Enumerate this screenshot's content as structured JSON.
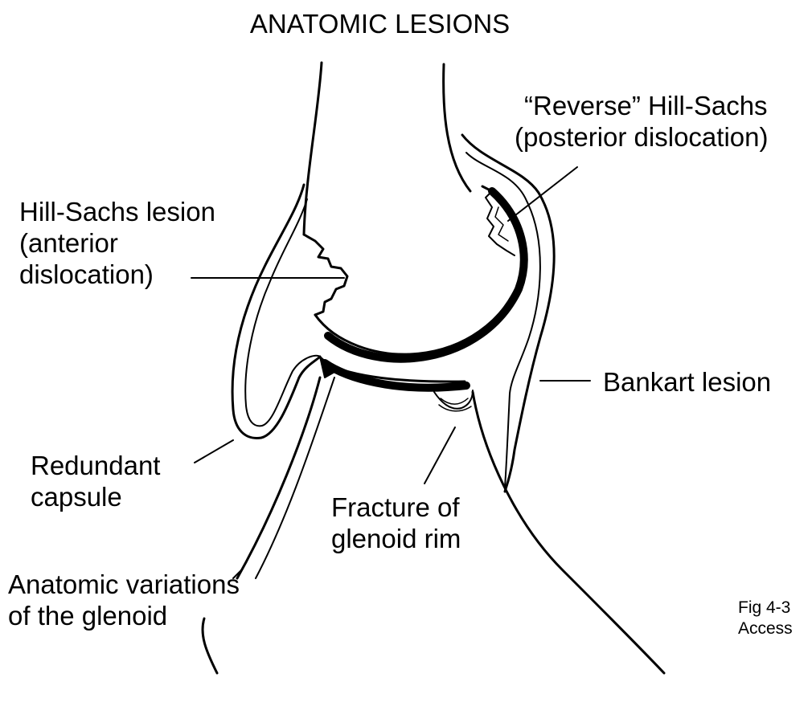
{
  "title": "ANATOMIC LESIONS",
  "labels": {
    "reverse_hill_sachs": [
      "“Reverse” Hill-Sachs",
      "(posterior dislocation)"
    ],
    "hill_sachs": [
      "Hill-Sachs lesion",
      "(anterior",
      "dislocation)"
    ],
    "bankart": "Bankart lesion",
    "redundant_capsule": [
      "Redundant",
      "capsule"
    ],
    "fracture_glenoid_rim": [
      "Fracture of",
      "glenoid rim"
    ],
    "anatomic_variations": [
      "Anatomic variations",
      "of the glenoid"
    ]
  },
  "caption": [
    "Fig 4-3",
    "Access"
  ],
  "colors": {
    "ink": "#000000",
    "background": "#ffffff"
  }
}
